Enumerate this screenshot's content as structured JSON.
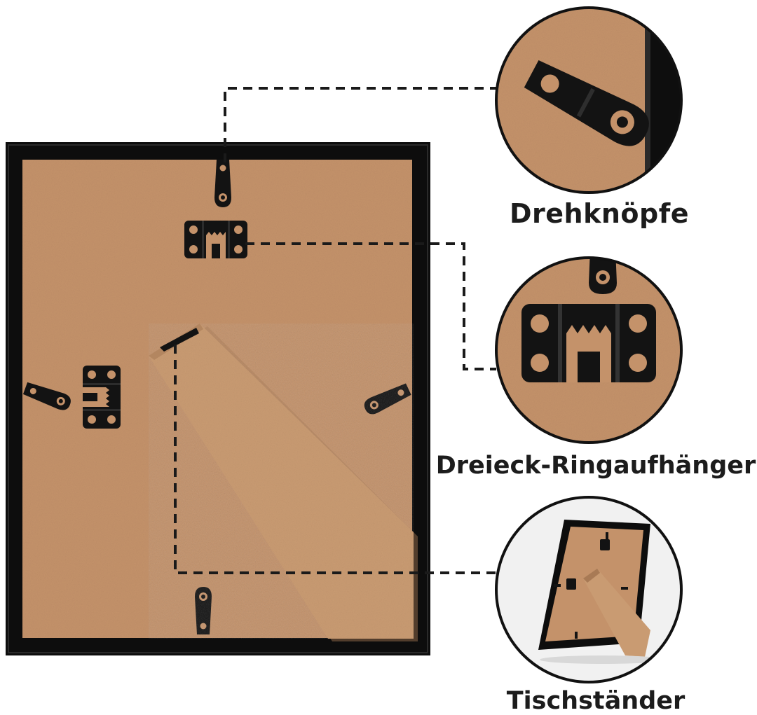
{
  "labels": {
    "turn_buttons": "Drehknöpfe",
    "triangle_ring_hanger": "Dreieck-Ringaufhänger",
    "table_stand": "Tischständer"
  },
  "colors": {
    "frame": "#0d0d0d",
    "backboard": "#c4926a",
    "backboard_dark": "#b07e58",
    "stand": "#c99b72",
    "hardware": "#141414",
    "dashed_line": "#1a1a1a",
    "circle_border": "#111111",
    "label_text": "#1c1c1c"
  },
  "icons": [
    "turn-button-icon",
    "sawtooth-hanger-icon",
    "easel-stand-icon"
  ]
}
